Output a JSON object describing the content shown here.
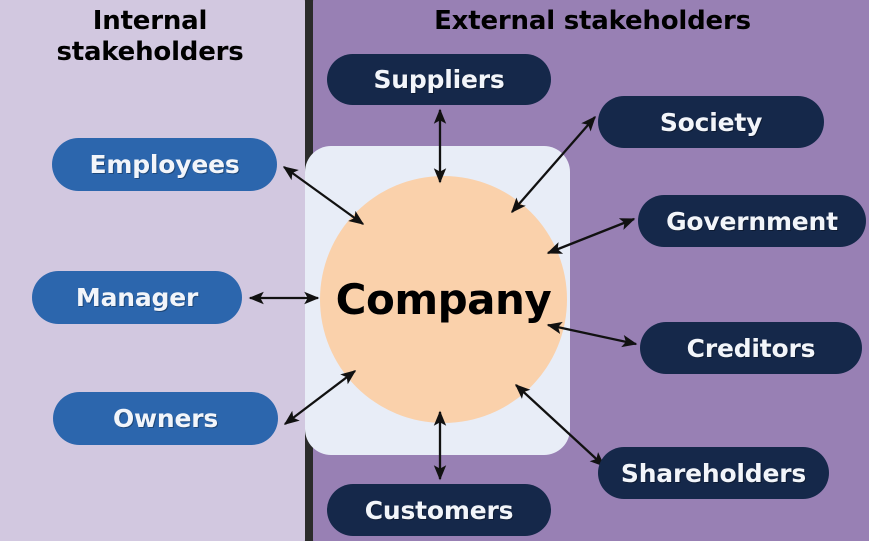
{
  "panels": {
    "internal": {
      "title": "Internal\nstakeholders",
      "title_line1": "Internal",
      "title_line2": "stakeholders",
      "background_color": "#d2c8e0"
    },
    "external": {
      "title": "External stakeholders",
      "background_color": "#9880b4"
    }
  },
  "center": {
    "label": "Company",
    "circle_color": "#fad1ab",
    "card_color": "#e8edf7"
  },
  "colors": {
    "internal_pill": "#2c66ad",
    "external_pill": "#15284a",
    "pill_text": "#f2f5fa",
    "arrow": "#111111",
    "divider": "#2f2f2f",
    "page_background": "#2b2b2b"
  },
  "internal_stakeholders": [
    {
      "label": "Employees",
      "arrow": "double"
    },
    {
      "label": "Manager",
      "arrow": "double"
    },
    {
      "label": "Owners",
      "arrow": "double"
    }
  ],
  "external_stakeholders": [
    {
      "label": "Suppliers",
      "arrow": "double"
    },
    {
      "label": "Society",
      "arrow": "double"
    },
    {
      "label": "Government",
      "arrow": "double"
    },
    {
      "label": "Creditors",
      "arrow": "double"
    },
    {
      "label": "Shareholders",
      "arrow": "double"
    },
    {
      "label": "Customers",
      "arrow": "double"
    }
  ],
  "diagram": {
    "type": "stakeholder-map",
    "center_node": "Company",
    "edges": [
      {
        "from": "Company",
        "to": "Employees",
        "bidirectional": true
      },
      {
        "from": "Company",
        "to": "Manager",
        "bidirectional": true
      },
      {
        "from": "Company",
        "to": "Owners",
        "bidirectional": true
      },
      {
        "from": "Company",
        "to": "Suppliers",
        "bidirectional": true
      },
      {
        "from": "Company",
        "to": "Society",
        "bidirectional": true
      },
      {
        "from": "Company",
        "to": "Government",
        "bidirectional": true
      },
      {
        "from": "Company",
        "to": "Creditors",
        "bidirectional": true
      },
      {
        "from": "Company",
        "to": "Shareholders",
        "bidirectional": true
      },
      {
        "from": "Company",
        "to": "Customers",
        "bidirectional": true
      }
    ]
  }
}
